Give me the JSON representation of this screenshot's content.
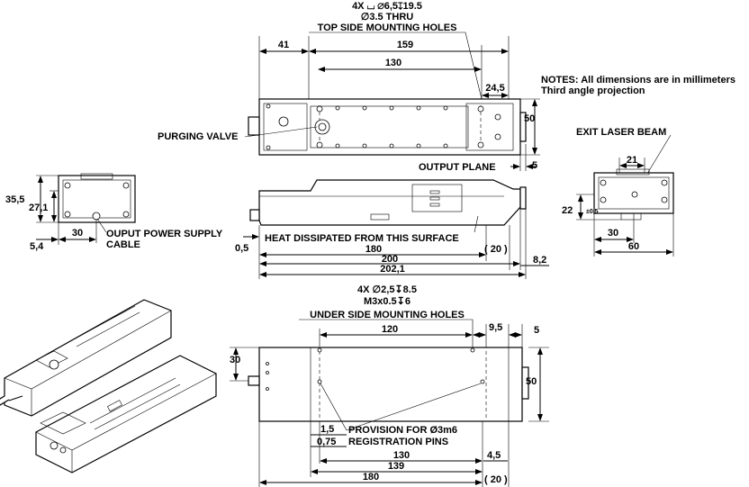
{
  "top_view": {
    "hole_spec_line1": "4X ⌴ ∅6,5↧19.5",
    "hole_spec_line2": "∅3.5 THRU",
    "hole_title": "TOP SIDE MOUNTING HOLES",
    "dim_41": "41",
    "dim_159": "159",
    "dim_130": "130",
    "dim_24_5": "24,5",
    "dim_50": "50",
    "dim_5": "5",
    "purging_valve": "PURGING VALVE",
    "output_plane": "OUTPUT PLANE"
  },
  "notes": {
    "line1": "NOTES: All dimensions are in millimeters",
    "line2": "Third angle projection"
  },
  "side_view": {
    "exit_beam": "EXIT LASER BEAM",
    "dim_21": "21",
    "dim_22": "22",
    "dim_22_tol": "±0,5",
    "dim_30": "30",
    "dim_60": "60"
  },
  "left_view": {
    "dim_35_5": "35,5",
    "dim_27_1": "27,1",
    "dim_5_4": "5,4",
    "dim_30": "30",
    "cable_line1": "OUPUT POWER SUPPLY",
    "cable_line2": "CABLE"
  },
  "front_view": {
    "dim_0_5": "0,5",
    "heat_label": "HEAT DISSIPATED FROM THIS SURFACE",
    "dim_180": "180",
    "dim_20": "( 20 )",
    "dim_200": "200",
    "dim_8_2": "8,2",
    "dim_202_1": "202,1"
  },
  "bottom_view": {
    "hole_spec_line1": "4X ∅2,5↧8.5",
    "hole_spec_line2": "M3x0.5↧6",
    "hole_title": "UNDER SIDE MOUNTING HOLES",
    "dim_120": "120",
    "dim_9_5": "9,5",
    "dim_5": "5",
    "dim_30": "30",
    "dim_50": "50",
    "dim_1_5": "1,5",
    "dim_0_75": "0,75",
    "pins_line1": "PROVISION FOR Ø3m6",
    "pins_line2": "REGISTRATION PINS",
    "dim_130": "130",
    "dim_4_5": "4,5",
    "dim_139": "139",
    "dim_180": "180",
    "dim_20": "( 20 )"
  }
}
